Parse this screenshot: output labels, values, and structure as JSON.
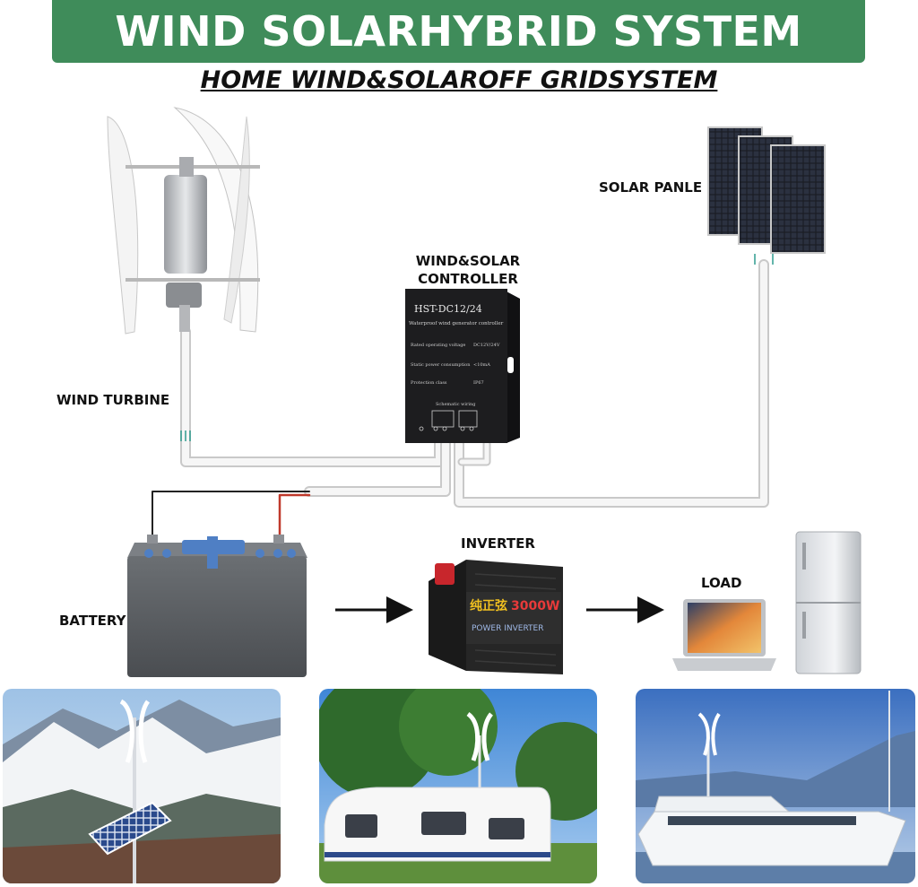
{
  "header": {
    "title": "WIND SOLARHYBRID SYSTEM",
    "subtitle": "HOME WIND&SOLAROFF GRIDSYSTEM"
  },
  "labels": {
    "wind_turbine": "WIND TURBINE",
    "controller_line1": "WIND&SOLAR",
    "controller_line2": "CONTROLLER",
    "solar_panel": "SOLAR PANLE",
    "battery": "BATTERY",
    "inverter": "INVERTER",
    "load": "LOAD"
  },
  "controller_panel": {
    "model": "HST-DC12/24",
    "desc": "Waterproof wind generator controller",
    "rows": [
      {
        "k": "Rated operating voltage",
        "v": "DC12V/24V"
      },
      {
        "k": "Static power consumption",
        "v": "<10mA"
      },
      {
        "k": "Protection class",
        "v": "IP67"
      }
    ],
    "wiring_title": "Schematic wiring"
  },
  "inverter_device": {
    "brand": "纯正弦",
    "watt": "3000W",
    "name": "POWER INVERTER"
  },
  "colors": {
    "banner": "#3f8c5a",
    "wire": "#eeeeee",
    "battery_body": "#5d6064",
    "battery_cap": "#4f7fc4",
    "controller": "#1d1d1f",
    "inverter_red": "#c8262c"
  }
}
